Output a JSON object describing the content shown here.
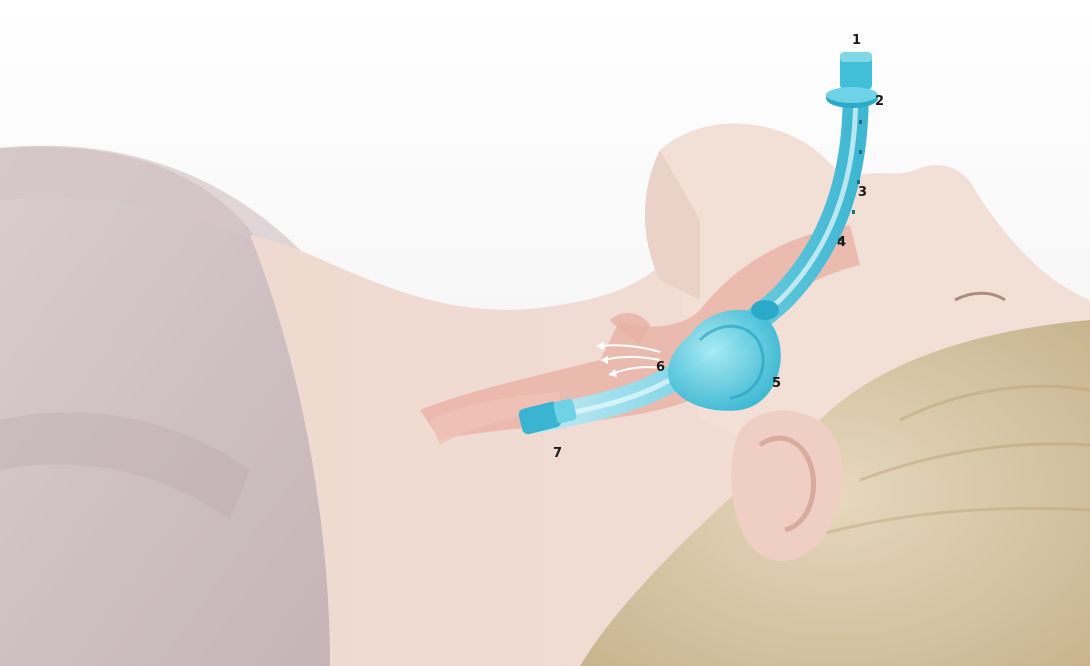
{
  "image": {
    "subject": "laryngeal-mask-airway",
    "callouts": [
      {
        "id": "1",
        "text": "1"
      },
      {
        "id": "2",
        "text": "2"
      },
      {
        "id": "3",
        "text": "3"
      },
      {
        "id": "4",
        "text": "4"
      },
      {
        "id": "5",
        "text": "5"
      },
      {
        "id": "6",
        "text": "6"
      },
      {
        "id": "7",
        "text": "7"
      }
    ],
    "colors": {
      "background": "#f4f4f4",
      "shirt": "#cdbdc0",
      "skin": "#ecd0c4",
      "hair": "#d8c7a8",
      "airway": "#e8a89a",
      "device": "#5fc9dc",
      "device_dark": "#1f9fbf"
    }
  }
}
